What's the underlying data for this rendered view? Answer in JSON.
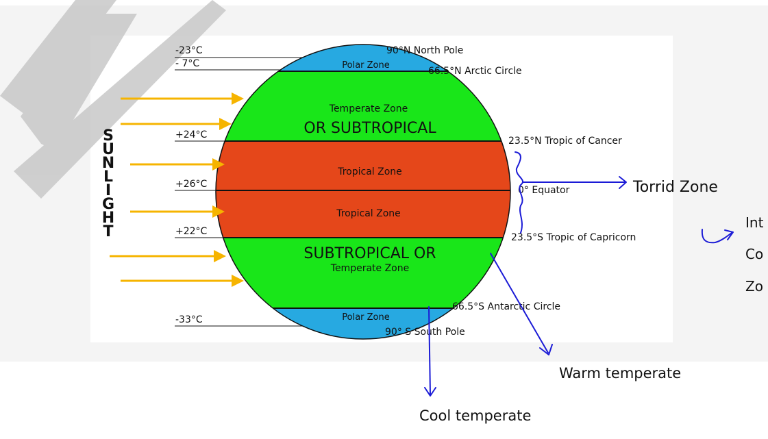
{
  "sunlight_label": "SUNLIGHT",
  "temperatures": {
    "t_north_pole": "-23°C",
    "t_arctic": "- 7°C",
    "t_cancer": "+24°C",
    "t_equator": "+26°C",
    "t_capricorn": "+22°C",
    "t_south": "-33°C"
  },
  "zones": {
    "polar_north": "Polar Zone",
    "temperate_north_line1": "Temperate Zone",
    "temperate_north_line2": "OR SUBTROPICAL",
    "tropical_north": "Tropical Zone",
    "tropical_south": "Tropical Zone",
    "temperate_south_line1": "SUBTROPICAL OR",
    "temperate_south_line2": "Temperate Zone",
    "polar_south": "Polar Zone"
  },
  "latitudes": {
    "north_pole": "90°N North Pole",
    "arctic_circle": "66.5°N Arctic Circle",
    "tropic_cancer": "23.5°N Tropic of Cancer",
    "equator": "0° Equator",
    "tropic_capricorn": "23.5°S Tropic of Capricorn",
    "antarctic_circle": "66.5°S Antarctic Circle",
    "south_pole": "90° S South Pole"
  },
  "annotations": {
    "torrid_zone": "Torrid Zone",
    "intermediate_line1": "Int",
    "intermediate_line2": "Co",
    "intermediate_line3": "Zo",
    "warm_temperate": "Warm temperate",
    "cool_temperate": "Cool temperate"
  },
  "colors": {
    "polar": "#27a9e1",
    "temperate": "#19e619",
    "tropical": "#e5471a",
    "sun_arrow": "#f6b400",
    "annotation_ink": "#1b1bd6",
    "watermark": "#c8c8c8"
  }
}
